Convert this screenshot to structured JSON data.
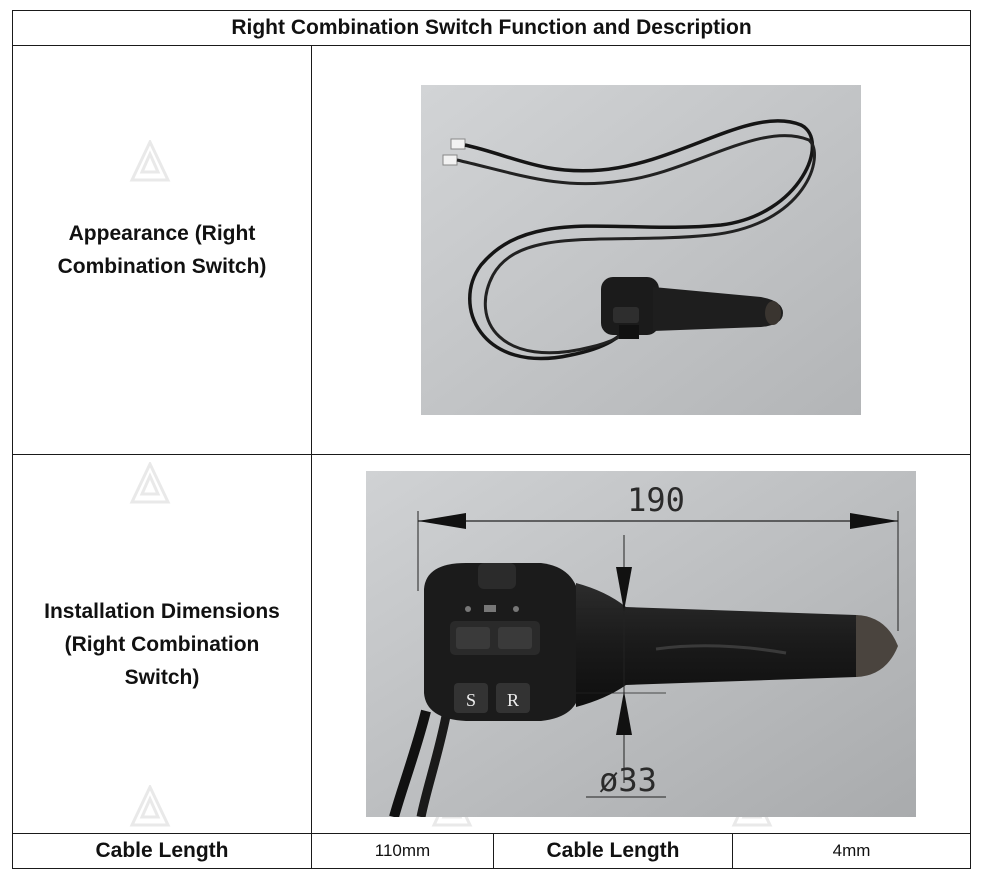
{
  "table": {
    "title": "Right Combination Switch Function and Description",
    "rows": [
      {
        "label": "Appearance (Right Combination Switch)",
        "image": "switch-photo-with-cable"
      },
      {
        "label": "Installation Dimensions (Right Combination Switch)",
        "image": "switch-dimension-drawing"
      }
    ],
    "footer": {
      "cable_length_label_1": "Cable Length",
      "cable_length_value_1": "110mm",
      "cable_length_label_2": "Cable Length",
      "cable_length_value_2": "4mm"
    }
  },
  "dimensions": {
    "length": "190",
    "diameter": "ø33"
  },
  "switch_buttons": {
    "s": "S",
    "r": "R"
  },
  "colors": {
    "border": "#1a1a1a",
    "photo_background": "#c4c6c8",
    "switch_body": "#1b1b1b"
  }
}
